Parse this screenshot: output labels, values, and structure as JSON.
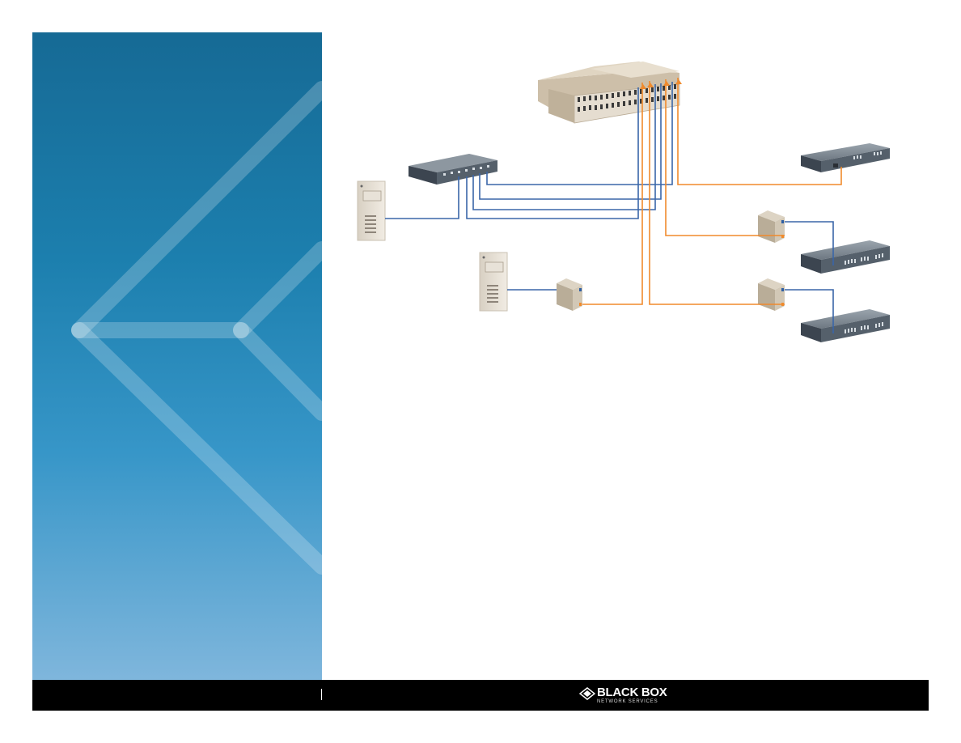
{
  "colors": {
    "copper_cable": "#3a66a8",
    "fiber_cable": "#f08a2c",
    "panel_top": "#166a95",
    "panel_bottom": "#7fb6dc",
    "footer": "#000000"
  },
  "footer": {
    "brand_name": "BLACK BOX",
    "brand_tagline": "NETWORK SERVICES"
  },
  "diagram": {
    "devices": [
      {
        "id": "media-converter-chassis",
        "icon": "chassis-icon"
      },
      {
        "id": "ethernet-switch",
        "icon": "switch-icon"
      },
      {
        "id": "server-1",
        "icon": "server-icon"
      },
      {
        "id": "server-2",
        "icon": "server-icon"
      },
      {
        "id": "standalone-converter-1",
        "icon": "converter-icon"
      },
      {
        "id": "standalone-converter-2",
        "icon": "converter-icon"
      },
      {
        "id": "standalone-converter-3",
        "icon": "converter-icon"
      },
      {
        "id": "remote-switch-1",
        "icon": "switch-icon"
      },
      {
        "id": "remote-switch-2",
        "icon": "switch-icon"
      },
      {
        "id": "remote-switch-3",
        "icon": "switch-icon"
      }
    ]
  }
}
